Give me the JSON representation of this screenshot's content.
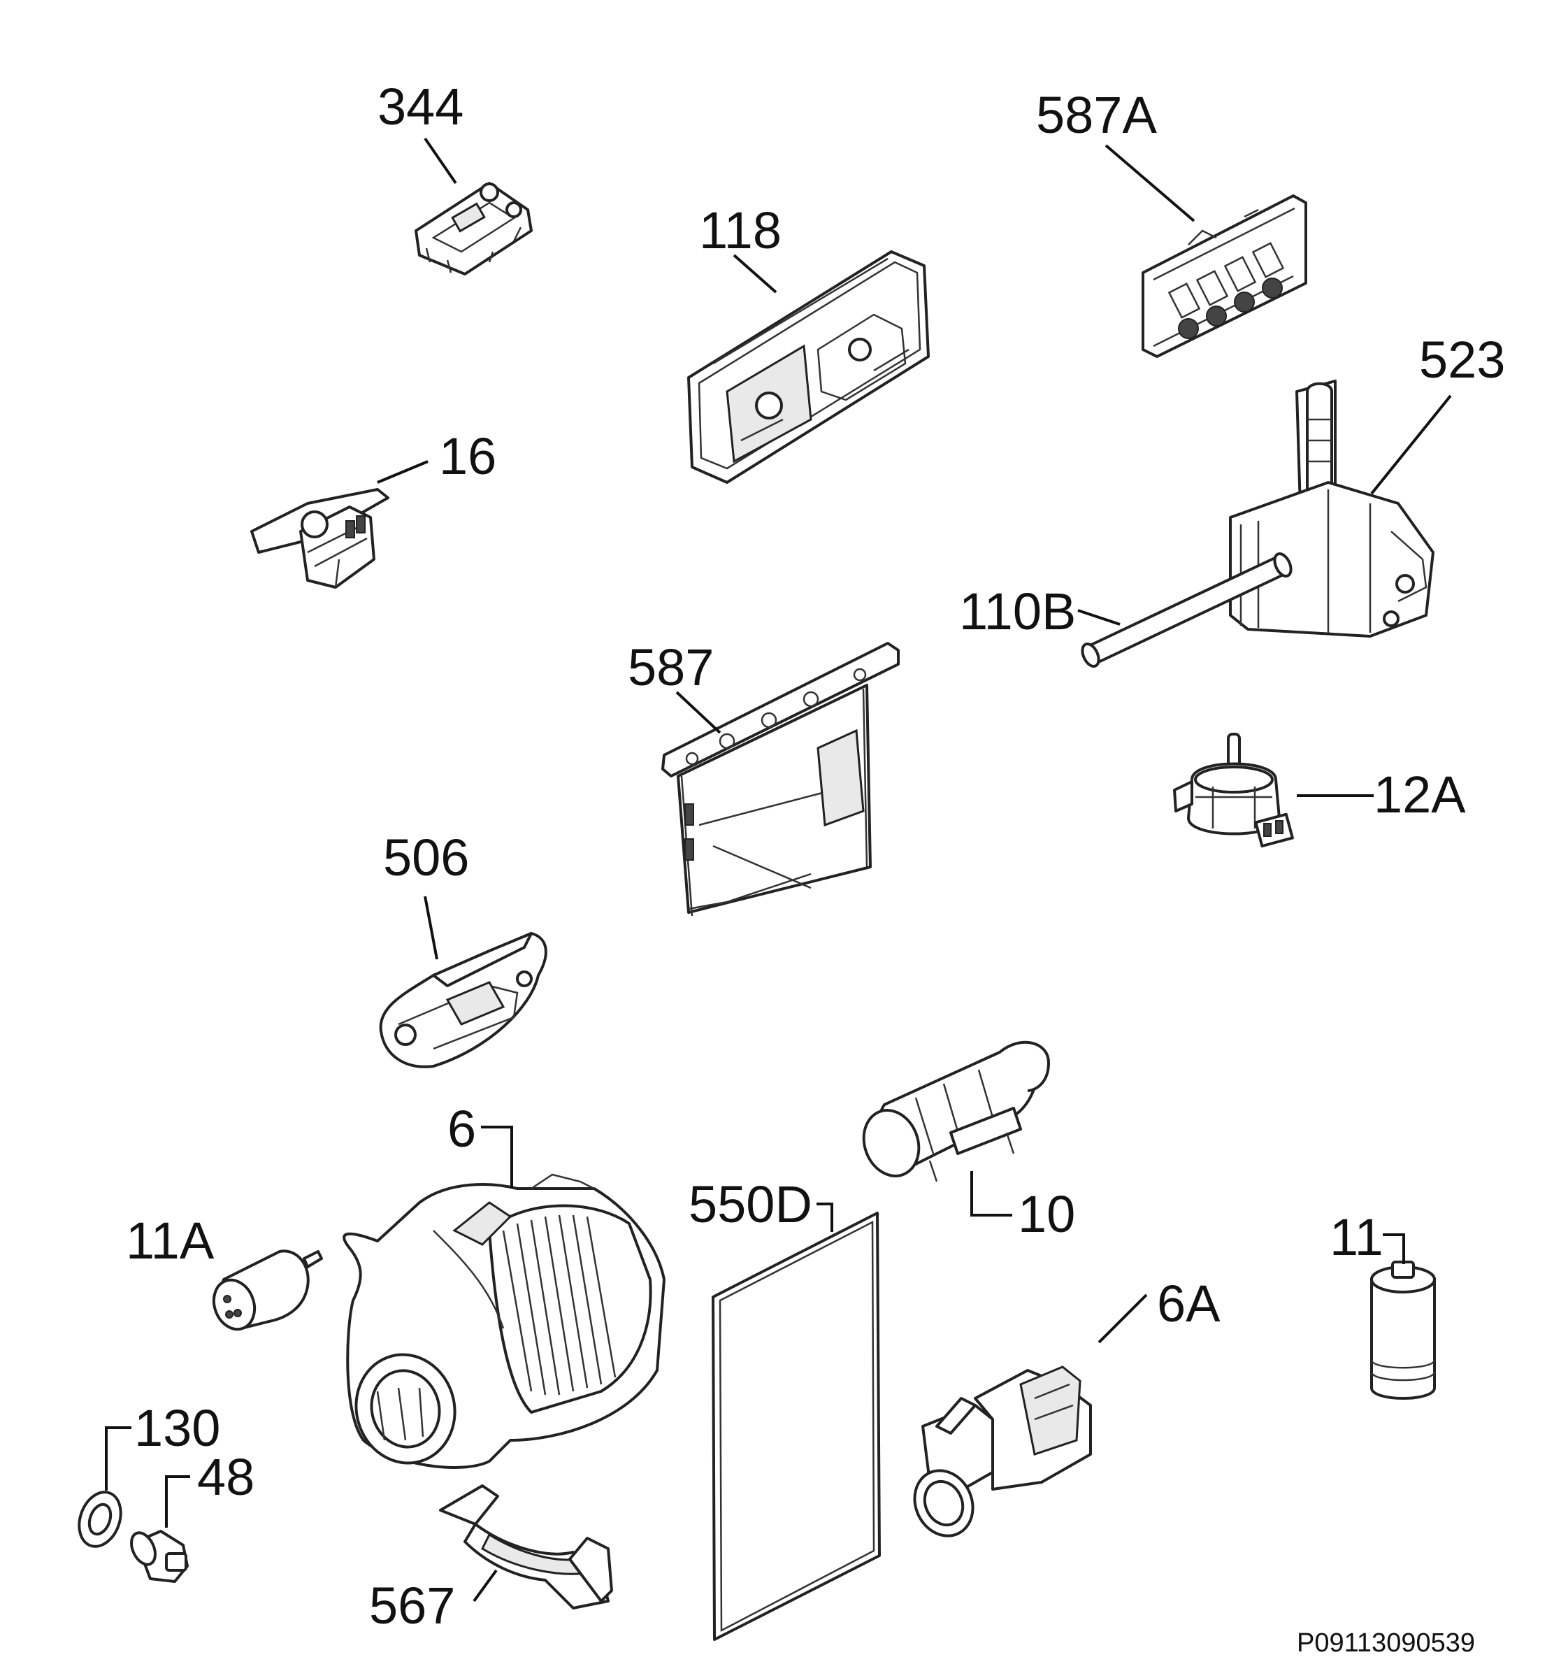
{
  "diagram": {
    "reference_code": "P09113090539",
    "callouts": {
      "c344": "344",
      "c587A": "587A",
      "c118": "118",
      "c523": "523",
      "c16": "16",
      "c110B": "110B",
      "c587": "587",
      "c12A": "12A",
      "c506": "506",
      "c6": "6",
      "c550D": "550D",
      "c10": "10",
      "c11A": "11A",
      "c11": "11",
      "c6A": "6A",
      "c130": "130",
      "c48": "48",
      "c567": "567"
    }
  }
}
